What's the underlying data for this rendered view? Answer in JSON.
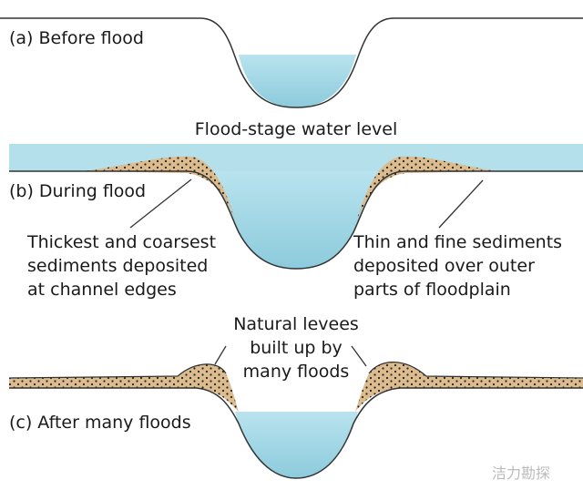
{
  "panels": {
    "a": {
      "title": "(a) Before flood"
    },
    "b": {
      "title": "(b) During flood",
      "water_level_label": "Flood-stage water level",
      "left_note": [
        "Thickest and coarsest",
        "sediments deposited",
        "at channel edges"
      ],
      "right_note": [
        "Thin and fine sediments",
        "deposited over outer",
        "parts of floodplain"
      ]
    },
    "c": {
      "title": "(c) After many floods",
      "levee_note": [
        "Natural levees",
        "built up by",
        "many floods"
      ]
    }
  },
  "colors": {
    "water": "#a9dbe8",
    "sediment": "#dcbc8e",
    "dots": "#222222",
    "line": "#333333"
  },
  "watermark": "洁力勘探"
}
